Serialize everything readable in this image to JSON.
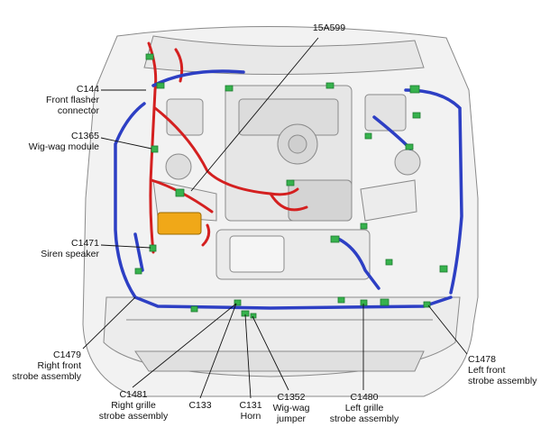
{
  "colors": {
    "harness_blue": "#2d3fc4",
    "harness_red": "#d42020",
    "connector_green": "#37b24d",
    "module_orange": "#f0a818",
    "engine_outline": "#8a8a8a",
    "body_fill": "#f2f2f2"
  },
  "callouts": {
    "c144": {
      "lines": [
        "C144",
        "Front flasher",
        "connector"
      ]
    },
    "c1365": {
      "lines": [
        "C1365",
        "Wig-wag module"
      ]
    },
    "c1471": {
      "lines": [
        "C1471",
        "Siren speaker"
      ]
    },
    "c1479": {
      "lines": [
        "C1479",
        "Right front",
        "strobe assembly"
      ]
    },
    "c1481": {
      "lines": [
        "C1481",
        "Right grille",
        "strobe assembly"
      ]
    },
    "c133": {
      "lines": [
        "C133"
      ]
    },
    "c131": {
      "lines": [
        "C131",
        "Horn"
      ]
    },
    "c1352": {
      "lines": [
        "C1352",
        "Wig-wag",
        "jumper"
      ]
    },
    "c1480": {
      "lines": [
        "C1480",
        "Left grille",
        "strobe assembly"
      ]
    },
    "c1478": {
      "lines": [
        "C1478",
        "Left front",
        "strobe assembly"
      ]
    },
    "p15a599": {
      "lines": [
        "15A599"
      ]
    }
  }
}
